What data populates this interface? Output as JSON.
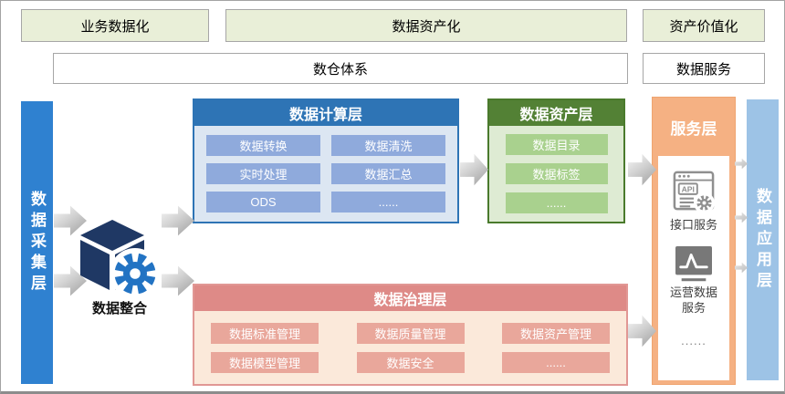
{
  "top_bands": {
    "business": "业务数据化",
    "asset": "数据资产化",
    "value": "资产价值化",
    "warehouse": "数仓体系",
    "service": "数据服务"
  },
  "collection_bar": {
    "label": "数据采集层"
  },
  "integration": {
    "label": "数据整合",
    "icon": "cube-gear-icon"
  },
  "compute_layer": {
    "title": "数据计算层",
    "cells": [
      "数据转换",
      "数据清洗",
      "实时处理",
      "数据汇总",
      "ODS",
      "......"
    ]
  },
  "asset_layer": {
    "title": "数据资产层",
    "cells": [
      "数据目录",
      "数据标签",
      "......"
    ]
  },
  "governance_layer": {
    "title": "数据治理层",
    "cells": [
      "数据标准管理",
      "数据质量管理",
      "数据资产管理",
      "数据模型管理",
      "数据安全",
      "......"
    ]
  },
  "service_layer": {
    "title": "服务层",
    "items": [
      {
        "icon": "api-icon",
        "label": "接口服务"
      },
      {
        "icon": "monitor-chart-icon",
        "label": "运营数据服务"
      },
      {
        "icon": "none",
        "label": "......"
      }
    ]
  },
  "application_bar": {
    "label": "数据应用层"
  },
  "colors": {
    "band_green": "#E9EFD8",
    "collection_blue": "#2F81D0",
    "compute_header": "#2E74B5",
    "compute_body": "#DCE6F2",
    "compute_cell": "#8FAADC",
    "asset_header": "#538135",
    "asset_body": "#DEEBD3",
    "asset_cell": "#A9D18E",
    "governance_header": "#DE8A87",
    "governance_body": "#FBE9DA",
    "governance_cell": "#E9A79B",
    "service_orange": "#F5B183",
    "application_blue": "#9DC3E6",
    "cube_navy": "#1F3864",
    "gear_blue": "#2273C3"
  }
}
